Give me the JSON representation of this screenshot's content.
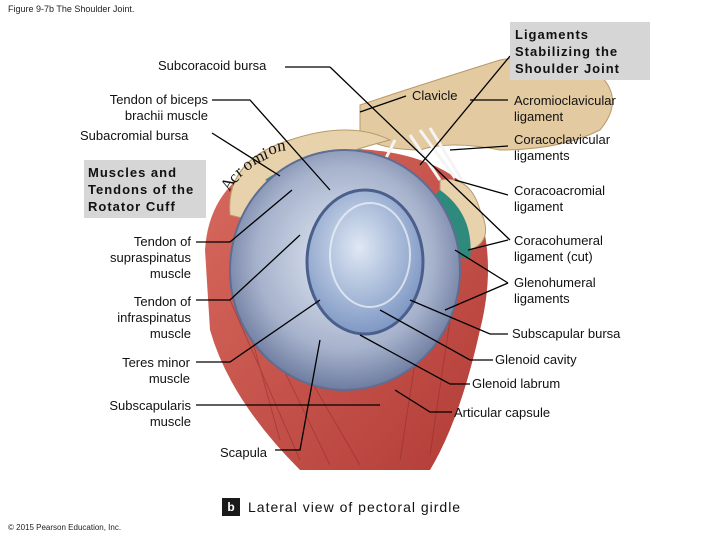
{
  "figure_title": "Figure 9-7b The Shoulder Joint.",
  "copyright": "© 2015 Pearson Education, Inc.",
  "side_title": [
    "Ligaments",
    "Stabilizing the",
    "Shoulder Joint"
  ],
  "rotator_title": [
    "Muscles and",
    "Tendons of the",
    "Rotator Cuff"
  ],
  "acromion_letters": [
    "A",
    "c",
    "r",
    "o",
    "m",
    "i",
    "o",
    "n"
  ],
  "badge": "b",
  "caption": "Lateral view of pectoral girdle",
  "left_labels": {
    "subcoracoid": "Subcoracoid bursa",
    "biceps": [
      "Tendon of biceps",
      "brachii muscle"
    ],
    "subacromial": "Subacromial bursa",
    "supraspinatus": [
      "Tendon of",
      "supraspinatus",
      "muscle"
    ],
    "infraspinatus": [
      "Tendon of",
      "infraspinatus",
      "muscle"
    ],
    "teres": [
      "Teres minor",
      "muscle"
    ],
    "subscapularis": [
      "Subscapularis",
      "muscle"
    ],
    "scapula": "Scapula"
  },
  "right_labels": {
    "clavicle": "Clavicle",
    "acromioclavicular": [
      "Acromioclavicular",
      "ligament"
    ],
    "coracoclavicular": [
      "Coracoclavicular",
      "ligaments"
    ],
    "coracoacromial": [
      "Coracoacromial",
      "ligament"
    ],
    "coracohumeral": [
      "Coracohumeral",
      "ligament (cut)"
    ],
    "glenohumeral": [
      "Glenohumeral",
      "ligaments"
    ],
    "subscapular_bursa": "Subscapular bursa",
    "glenoid_cavity": "Glenoid cavity",
    "glenoid_labrum": "Glenoid labrum",
    "articular_capsule": "Articular capsule"
  },
  "colors": {
    "muscle": "#c9504a",
    "bone": "#e3caa0",
    "cartilage": "#b8c7e0",
    "tendon_teal": "#2f8a7e",
    "capsule": "#9aa8c8",
    "label_box": "#d6d6d6"
  }
}
